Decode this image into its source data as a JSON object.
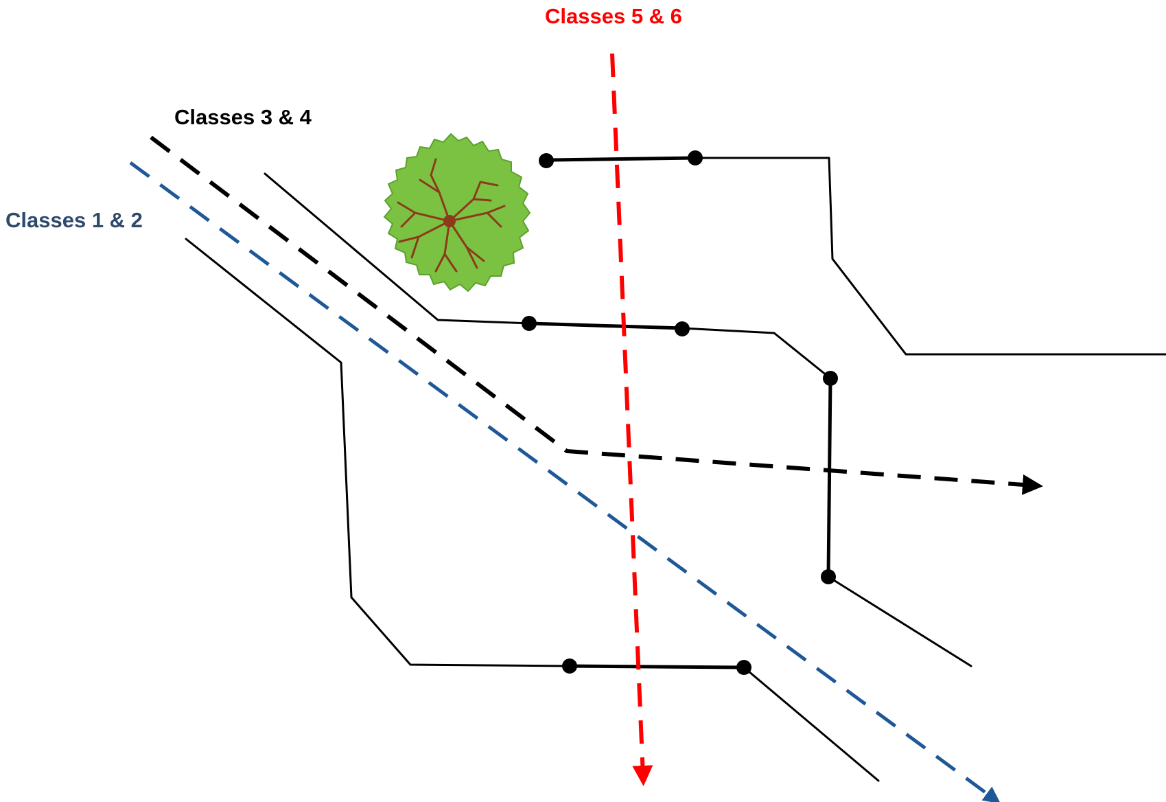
{
  "labels": {
    "classes_5_6": "Classes 5 & 6",
    "classes_3_4": "Classes 3 & 4",
    "classes_1_2": "Classes 1 & 2"
  },
  "colors": {
    "classes_5_6": "#ff0000",
    "classes_3_4": "#000000",
    "classes_1_2": "#2e4a6b",
    "blue_path": "#1f5896",
    "tree_canopy": "#7cc242",
    "tree_branches": "#8b3a1a"
  },
  "icons": {
    "tree": "tree-canopy-icon"
  }
}
